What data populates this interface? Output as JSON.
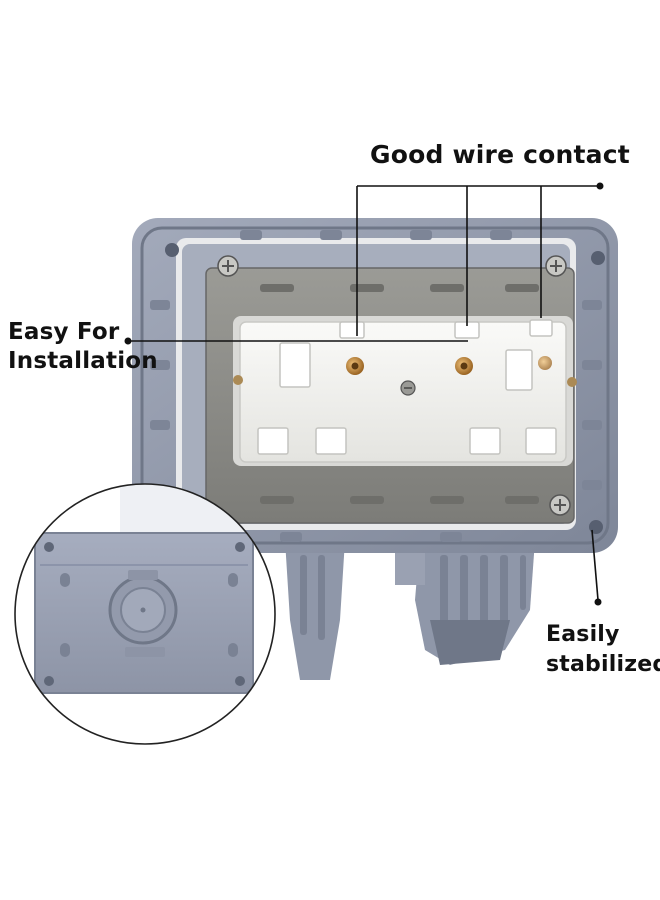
{
  "callouts": {
    "good_wire_contact": "Good wire contact",
    "easy_for_installation": [
      "Easy For",
      "Installation"
    ],
    "easily_stabilized": [
      "Easily",
      "stabilized"
    ]
  },
  "colors": {
    "housing_gray": "#8e96a8",
    "housing_dark": "#6f7788",
    "plate_gray": "#8a8a86",
    "socket_white": "#f4f4f2",
    "brass": "#c98c3c",
    "text": "#111111"
  }
}
